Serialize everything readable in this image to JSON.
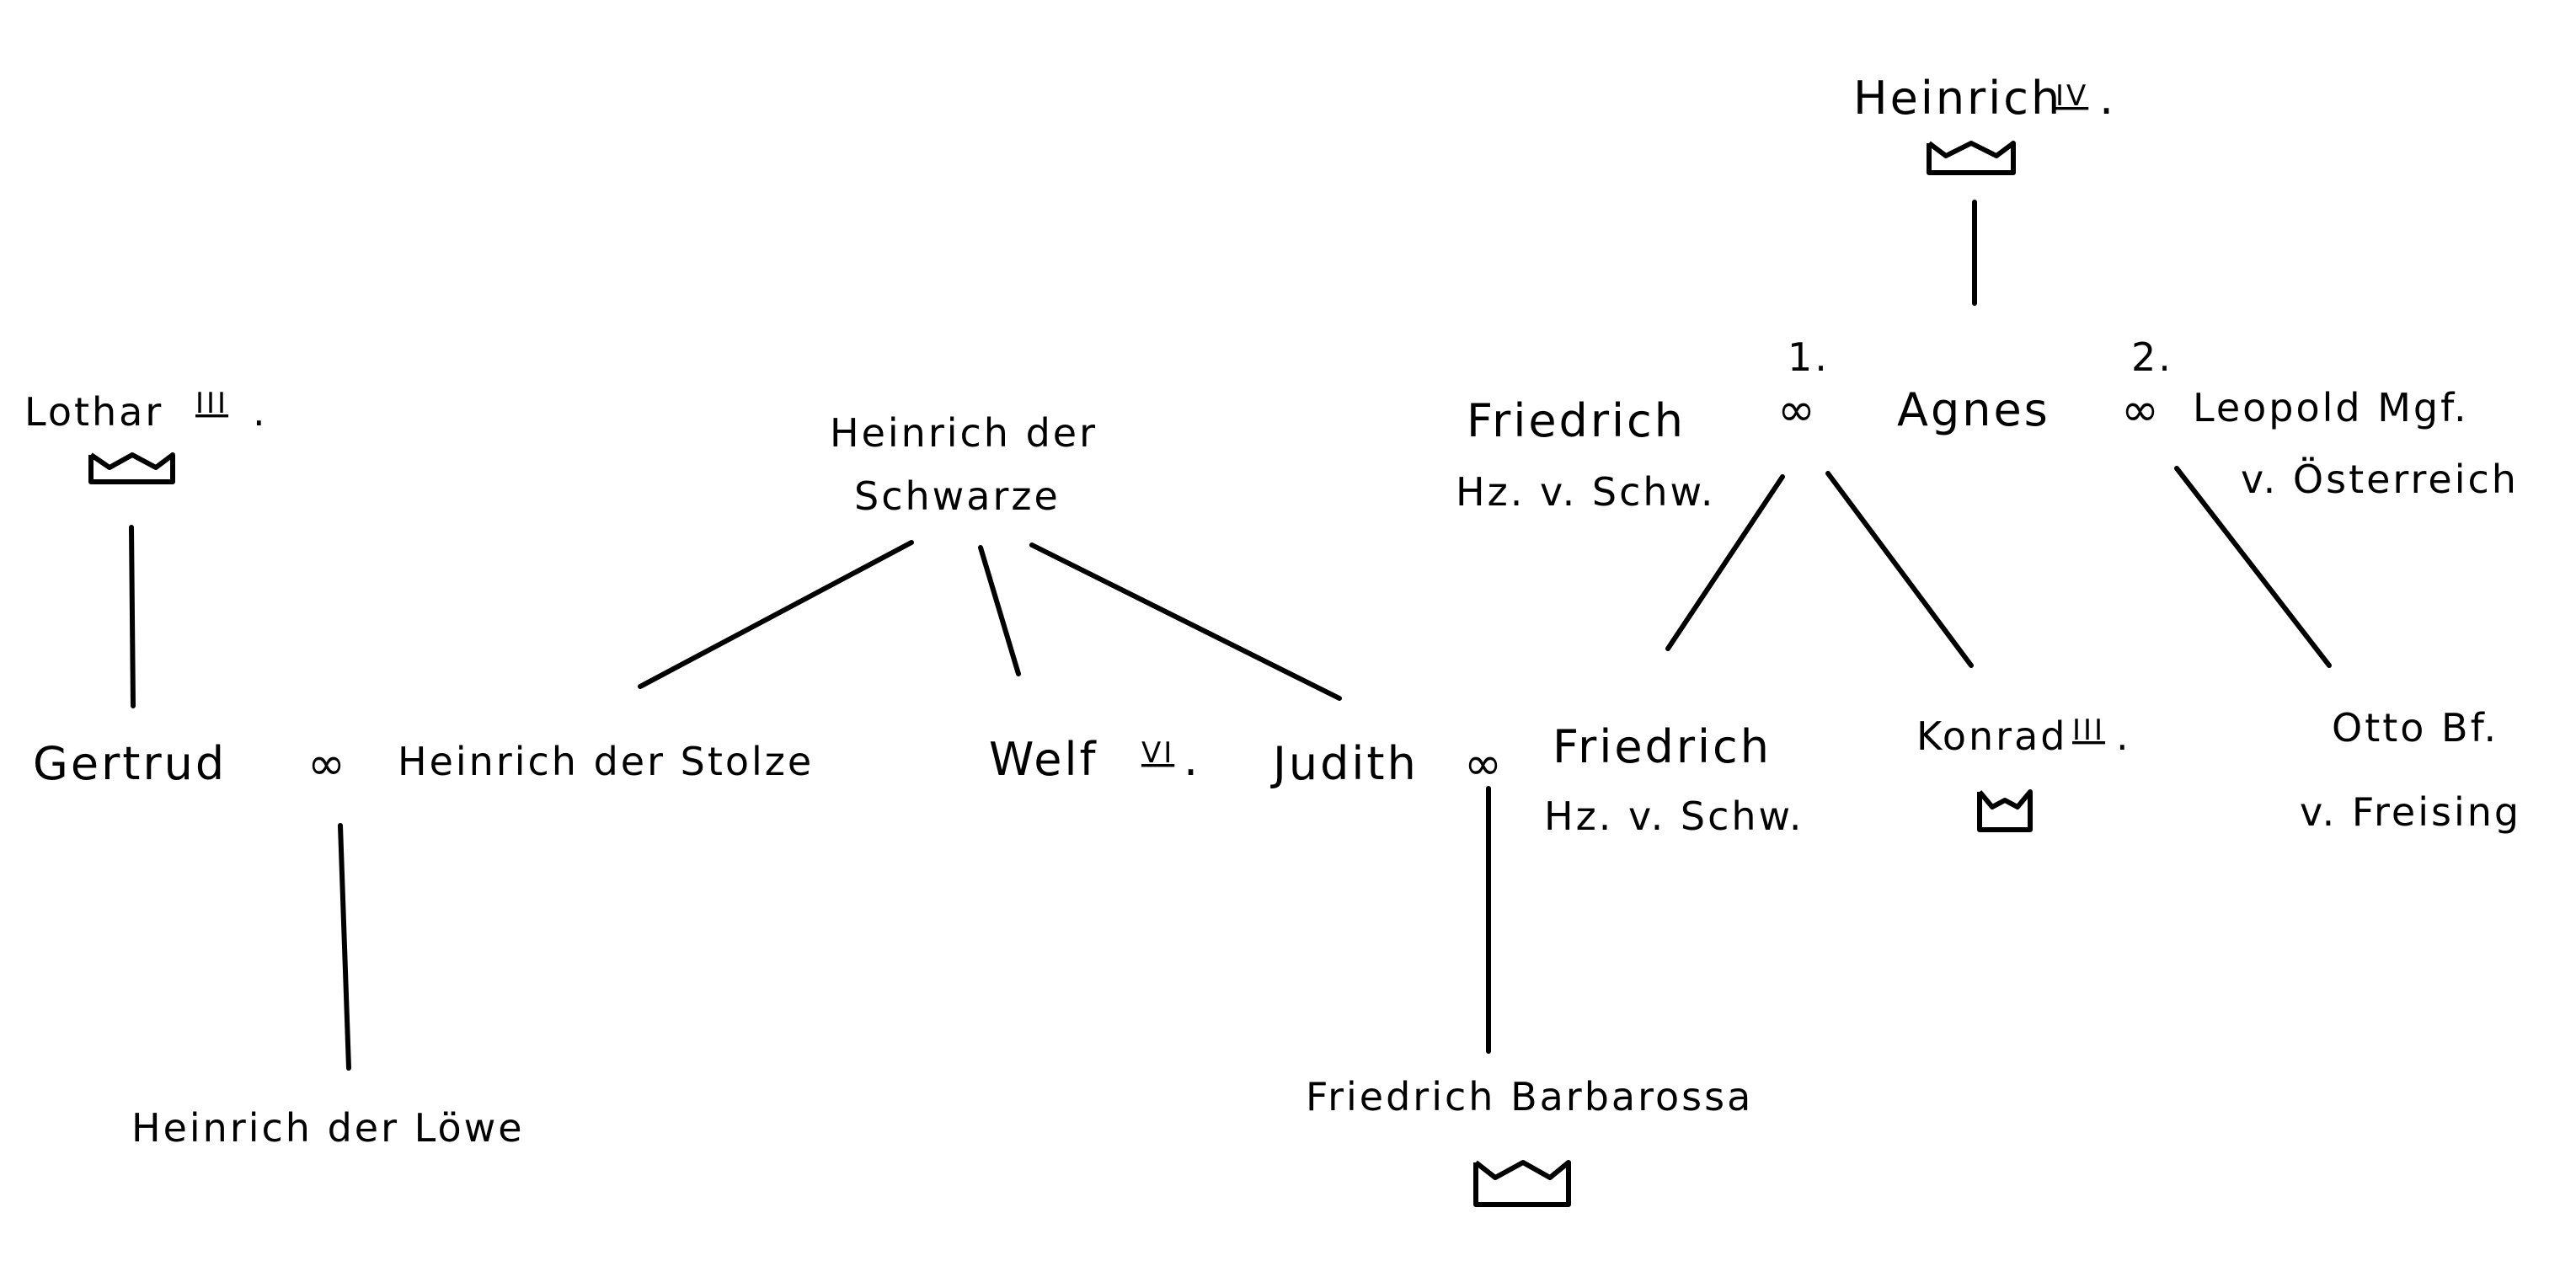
{
  "title": "Welfen und Staufer Stammtafel",
  "persons": {
    "heinrich_iv": {
      "name": "Heinrich",
      "numeral": "IV",
      "suffix": "."
    },
    "friedrich_sen": {
      "name": "Friedrich",
      "title": "Hz. v. Schw."
    },
    "agnes": {
      "name": "Agnes"
    },
    "leopold": {
      "name": "Leopold Mgf.",
      "title": "v. Österreich"
    },
    "lothar": {
      "name": "Lothar",
      "numeral": "III",
      "suffix": "."
    },
    "heinrich_schwarze": {
      "line1": "Heinrich der",
      "line2": "Schwarze"
    },
    "gertrud": {
      "name": "Gertrud"
    },
    "heinrich_stolze": {
      "name": "Heinrich der Stolze"
    },
    "welf": {
      "name": "Welf",
      "numeral": "VI",
      "suffix": "."
    },
    "judith": {
      "name": "Judith"
    },
    "friedrich_jun": {
      "name": "Friedrich",
      "title": "Hz. v. Schw."
    },
    "konrad": {
      "name": "Konrad",
      "numeral": "III",
      "suffix": "."
    },
    "otto": {
      "name": "Otto Bf.",
      "title": "v. Freising"
    },
    "heinrich_loewe": {
      "name": "Heinrich der Löwe"
    },
    "barbarossa": {
      "name": "Friedrich Barbarossa"
    }
  },
  "marriages": {
    "symbol": "∞",
    "first": "1.",
    "second": "2."
  }
}
